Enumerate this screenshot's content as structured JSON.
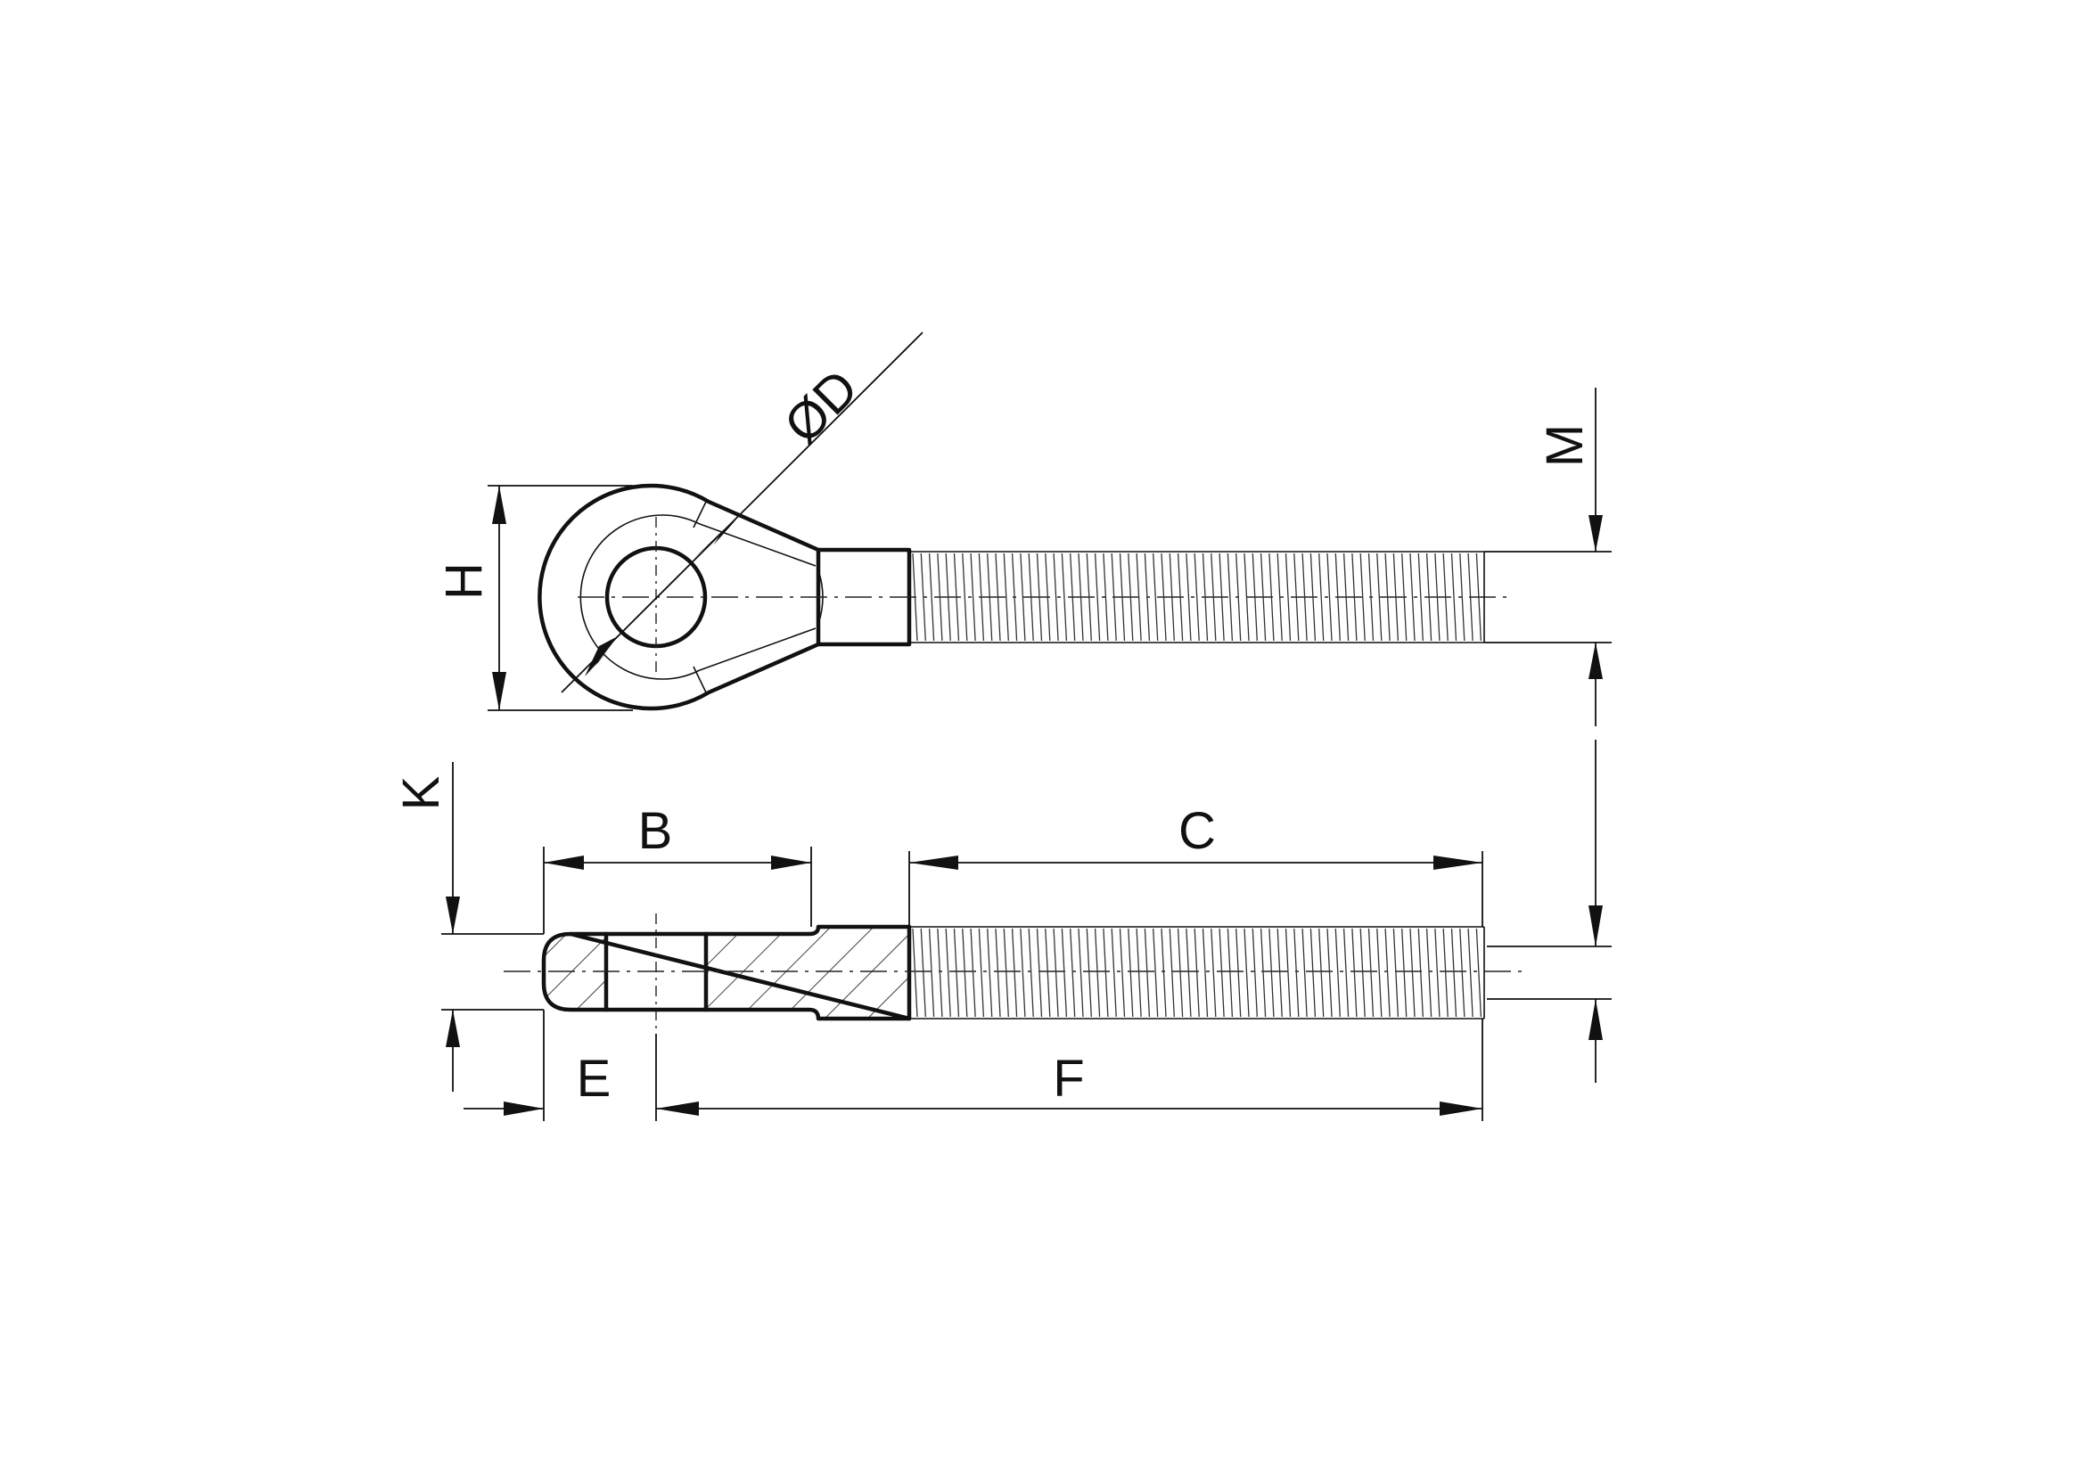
{
  "labels": {
    "diameter": "ØD",
    "height": "H",
    "thread_major": "M",
    "thickness": "K",
    "shank_length": "B",
    "thread_length": "C",
    "eye_offset": "E",
    "overall_length": "F"
  },
  "colors": {
    "line": "#111111",
    "background": "#ffffff"
  }
}
